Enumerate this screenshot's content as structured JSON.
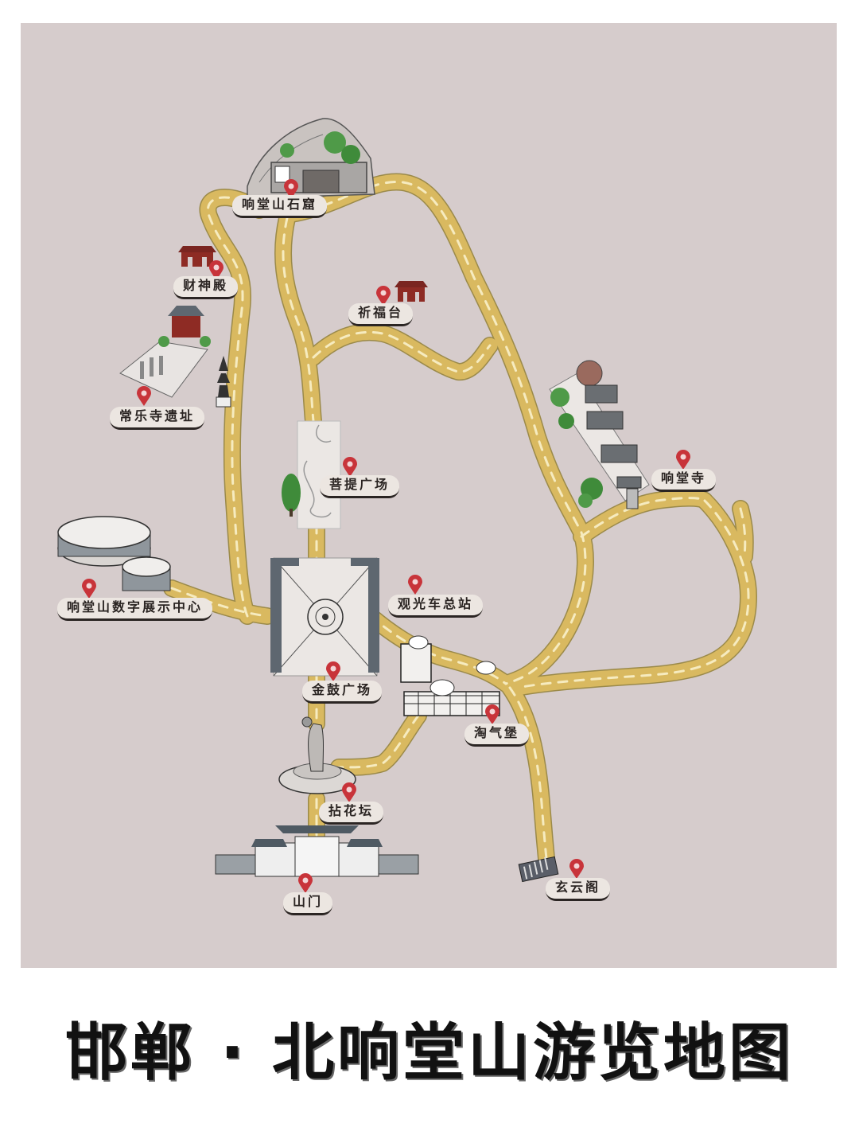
{
  "title": "邯郸 · 北响堂山游览地图",
  "colors": {
    "background": "#d6cccc",
    "road": "#d9b960",
    "road_edge": "#9b8a4a",
    "road_dash": "#f6ebbf",
    "pin": "#c8343a",
    "label_bg": "#ece6e1",
    "label_text": "#2a2422",
    "temple_red": "#8e2b24",
    "roof_gray": "#5e6770",
    "tree_green": "#3f8b3a"
  },
  "map": {
    "locations": [
      {
        "id": "grottoes",
        "name": "响堂山石窟",
        "icon": "grotto-cliff-icon"
      },
      {
        "id": "caishen",
        "name": "财神殿",
        "icon": "red-temple-icon"
      },
      {
        "id": "qifu",
        "name": "祈福台",
        "icon": "red-temple-icon"
      },
      {
        "id": "changle",
        "name": "常乐寺遗址",
        "icon": "temple-ruins-pagoda-icon"
      },
      {
        "id": "puti",
        "name": "菩提广场",
        "icon": "plaza-tree-icon"
      },
      {
        "id": "xiangtangsi",
        "name": "响堂寺",
        "icon": "temple-complex-icon"
      },
      {
        "id": "digital",
        "name": "响堂山数字展示中心",
        "icon": "round-building-icon"
      },
      {
        "id": "bus",
        "name": "观光车总站",
        "icon": "pin-icon"
      },
      {
        "id": "jingu",
        "name": "金鼓广场",
        "icon": "square-plaza-icon"
      },
      {
        "id": "taoqi",
        "name": "淘气堡",
        "icon": "playground-building-icon"
      },
      {
        "id": "nianhua",
        "name": "拈花坛",
        "icon": "hand-flower-statue-icon"
      },
      {
        "id": "shanmen",
        "name": "山门",
        "icon": "mountain-gate-icon"
      },
      {
        "id": "xuanyun",
        "name": "玄云阁",
        "icon": "pavilion-icon"
      }
    ]
  }
}
